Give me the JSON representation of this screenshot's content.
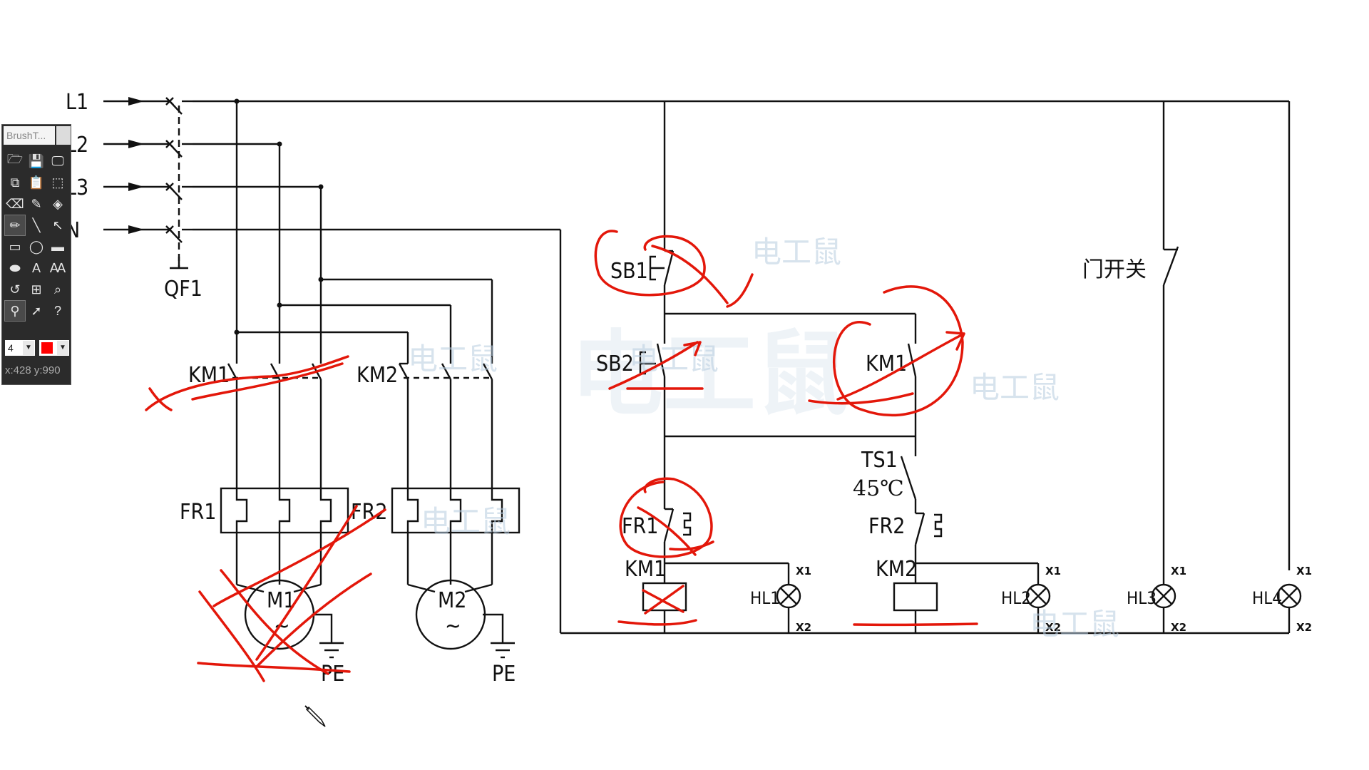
{
  "toolbar": {
    "title": "BrushT...",
    "brush_size": "4",
    "brush_color": "#ff0000",
    "coordinates": "x:428  y:990",
    "tools": [
      {
        "icon": "open-folder-icon",
        "glyph": "🗁"
      },
      {
        "icon": "save-icon",
        "glyph": "💾"
      },
      {
        "icon": "screen-capture-icon",
        "glyph": "🖵"
      },
      {
        "icon": "copy-icon",
        "glyph": "⧉"
      },
      {
        "icon": "paste-icon",
        "glyph": "📋"
      },
      {
        "icon": "selection-rect-icon",
        "glyph": "⬚"
      },
      {
        "icon": "eraser-icon",
        "glyph": "⌫"
      },
      {
        "icon": "eyedropper-icon",
        "glyph": "✎"
      },
      {
        "icon": "fill-bucket-icon",
        "glyph": "◈"
      },
      {
        "icon": "pencil-icon",
        "glyph": "✏"
      },
      {
        "icon": "line-icon",
        "glyph": "╲"
      },
      {
        "icon": "arrow-icon",
        "glyph": "↖"
      },
      {
        "icon": "rectangle-icon",
        "glyph": "▭"
      },
      {
        "icon": "ellipse-icon",
        "glyph": "◯"
      },
      {
        "icon": "filled-rectangle-icon",
        "glyph": "▬"
      },
      {
        "icon": "filled-ellipse-icon",
        "glyph": "⬬"
      },
      {
        "icon": "text-icon",
        "glyph": "A"
      },
      {
        "icon": "text-outline-icon",
        "glyph": "Ꜳ"
      },
      {
        "icon": "undo-icon",
        "glyph": "↺"
      },
      {
        "icon": "grid-icon",
        "glyph": "⊞"
      },
      {
        "icon": "zoom-icon",
        "glyph": "⌕"
      },
      {
        "icon": "pin-icon",
        "glyph": "⚲"
      },
      {
        "icon": "pointer-icon",
        "glyph": "➚"
      },
      {
        "icon": "help-icon",
        "glyph": "?"
      }
    ]
  },
  "diagram": {
    "phase_labels": [
      "L1",
      "L2",
      "L3",
      "N"
    ],
    "breaker": "QF1",
    "contactor_km1": "KM1",
    "contactor_km2": "KM2",
    "overload_fr1": "FR1",
    "overload_fr2": "FR2",
    "motor_m1": "M1",
    "motor_m2": "M2",
    "motor_symbol": "~",
    "ground": "PE",
    "stop_button": "SB1",
    "start_button": "SB2",
    "temp_switch": "TS1",
    "temp_value": "45℃",
    "door_switch": "门开关",
    "lamps": [
      "HL1",
      "HL2",
      "HL3",
      "HL4"
    ],
    "terminal_x1": "X1",
    "terminal_x2": "X2",
    "watermark": "电工鼠"
  }
}
